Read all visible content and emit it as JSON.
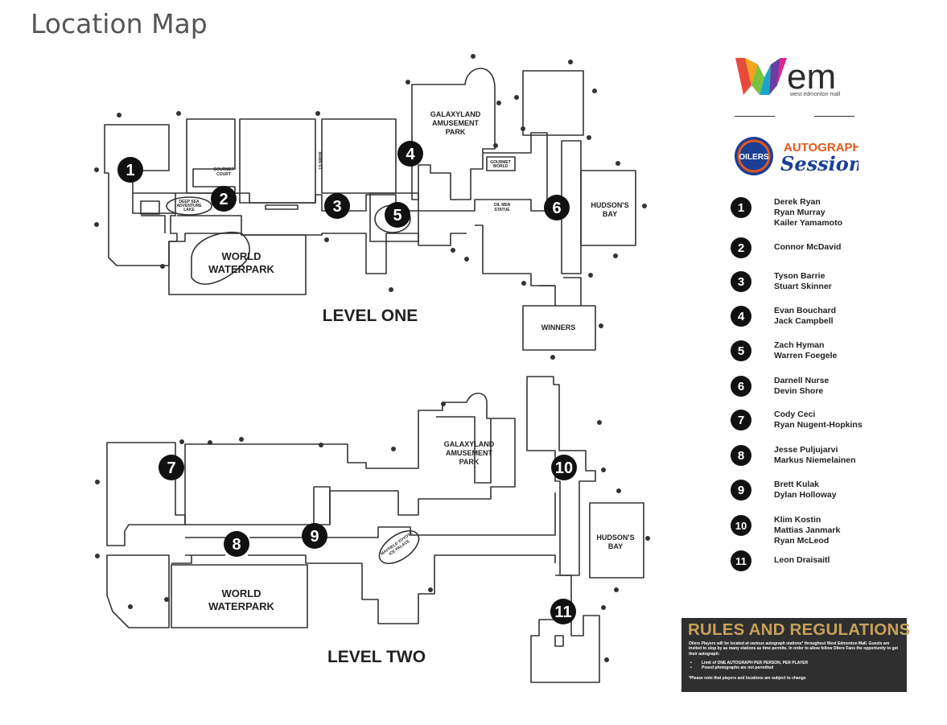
{
  "page": {
    "title": "Location Map"
  },
  "levels": {
    "level_one": {
      "label": "LEVEL ONE",
      "anchors": {
        "galaxyland": "GALAXYLAND\nAMUSEMENT\nPARK",
        "world_waterpark": "WORLD\nWATERPARK",
        "hudsons_bay": "HUDSON'S\nBAY",
        "winners": "WINNERS",
        "gourmet_court": "GOURMET\nCOURT",
        "deep_sea_lake": "DEEP SEA\nADVENTURE\nLAKE",
        "brbn_st": "BRBN ST.",
        "gourmet_world": "GOURMET\nWORLD",
        "oil_men_statue": "OIL MEN\nSTATUE"
      }
    },
    "level_two": {
      "label": "LEVEL TWO",
      "anchors": {
        "galaxyland": "GALAXYLAND\nAMUSEMENT\nPARK",
        "world_waterpark": "WORLD\nWATERPARK",
        "hudsons_bay": "HUDSON'S\nBAY",
        "ice_palace": "MAYFIELD TOYOTA\nICE PALACE"
      }
    }
  },
  "logos": {
    "wem_text": "em",
    "wem_subtext": "west edmonton mall",
    "oilers_text": "OILERS",
    "autograph_text": "AUTOGRAPH",
    "session_text": "Session"
  },
  "stations": [
    {
      "number": "1",
      "players": [
        "Derek Ryan",
        "Ryan Murray",
        "Kailer Yamamoto"
      ]
    },
    {
      "number": "2",
      "players": [
        "Connor McDavid"
      ]
    },
    {
      "number": "3",
      "players": [
        "Tyson Barrie",
        "Stuart Skinner"
      ]
    },
    {
      "number": "4",
      "players": [
        "Evan Bouchard",
        "Jack Campbell"
      ]
    },
    {
      "number": "5",
      "players": [
        "Zach Hyman",
        "Warren Foegele"
      ]
    },
    {
      "number": "6",
      "players": [
        "Darnell Nurse",
        "Devin Shore"
      ]
    },
    {
      "number": "7",
      "players": [
        "Cody Ceci",
        "Ryan Nugent-Hopkins"
      ]
    },
    {
      "number": "8",
      "players": [
        "Jesse Puljujarvi",
        "Markus Niemelainen"
      ]
    },
    {
      "number": "9",
      "players": [
        "Brett Kulak",
        "Dylan Holloway"
      ]
    },
    {
      "number": "10",
      "players": [
        "Klim Kostin",
        "Mattias Janmark",
        "Ryan McLeod"
      ]
    },
    {
      "number": "11",
      "players": [
        "Leon Draisaitl"
      ]
    }
  ],
  "rules": {
    "title": "RULES AND REGULATIONS",
    "intro": "Oilers Players will be located at various autograph stations* throughout West Edmonton Mall. Guests are invited to stop by as many stations as time permits. In order to allow fellow Oilers Fans the opportunity to get their autograph:",
    "items": [
      "Limit of ONE AUTOGRAPH PER PERSON, PER PLAYER",
      "Posed photographs are not permitted"
    ],
    "note": "*Please note that players and locations are subject to change"
  },
  "colors": {
    "marker": "#111111",
    "rules_bg": "#2f2f2f",
    "rules_title": "#c8a15a",
    "oilers_blue": "#1c3f94",
    "oilers_orange": "#e2581d"
  }
}
